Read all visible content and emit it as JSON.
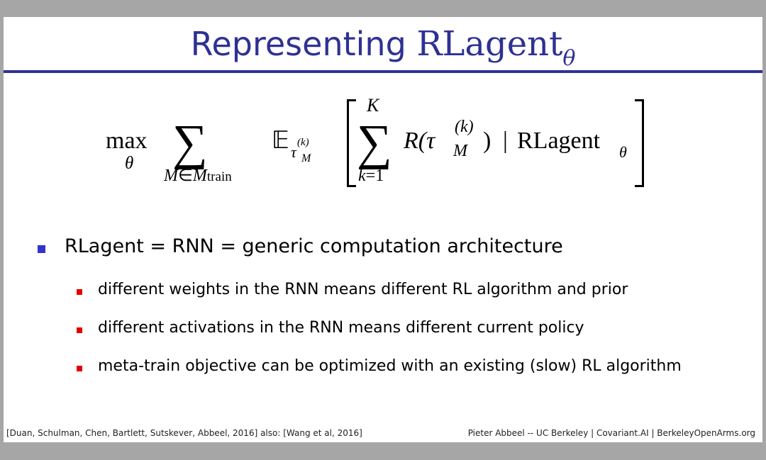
{
  "title": {
    "text": "Representing ",
    "math": "RLagent",
    "subscript": "θ"
  },
  "formula": {
    "max": "max",
    "max_under": "θ",
    "sum_symbol": "∑",
    "sum_under_m": "M",
    "sum_under_in": "∈",
    "sum_under_M": "M",
    "sum_under_train": "train",
    "expectation": "𝔼",
    "tau": "τ",
    "tau_sup": "(k)",
    "tau_sub": "M",
    "inner_sum_top": "K",
    "inner_sum_symbol": "∑",
    "inner_sum_var": "k",
    "inner_sum_start": "=1",
    "reward": "R(τ",
    "reward_sup": "(k)",
    "reward_sub": "M",
    "reward_close": ")",
    "bar": "|",
    "agent": "RLagent",
    "agent_sub": "θ"
  },
  "bullets": {
    "main": "RLagent = RNN = generic computation architecture",
    "subs": [
      "different weights in the RNN means different RL algorithm and prior",
      "different activations in the RNN means different current policy",
      "meta-train objective can be optimized with an existing (slow) RL algorithm"
    ]
  },
  "footer": {
    "left": "[Duan, Schulman, Chen, Bartlett, Sutskever, Abbeel, 2016]  also: [Wang et al, 2016]",
    "right": "Pieter Abbeel -- UC Berkeley | Covariant.AI | BerkeleyOpenArms.org"
  },
  "colors": {
    "title": "#2e3192",
    "main_bullet": "#3333cc",
    "sub_bullet": "#e00000"
  }
}
